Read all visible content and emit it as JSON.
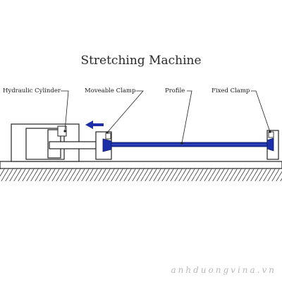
{
  "diagram": {
    "title": "Stretching Machine",
    "labels": {
      "hydraulic_cylinder": "Hydraulic Cylinder",
      "moveable_clamp": "Moveable Clamp",
      "profile": "Profile",
      "fixed_clamp": "Fixed Clamp"
    },
    "colors": {
      "profile": "#1a2fa8",
      "clamp_jaw": "#1a2fa8",
      "arrow": "#1a2fa8",
      "outline": "#222222"
    }
  },
  "watermark": "anhduongvina.vn"
}
